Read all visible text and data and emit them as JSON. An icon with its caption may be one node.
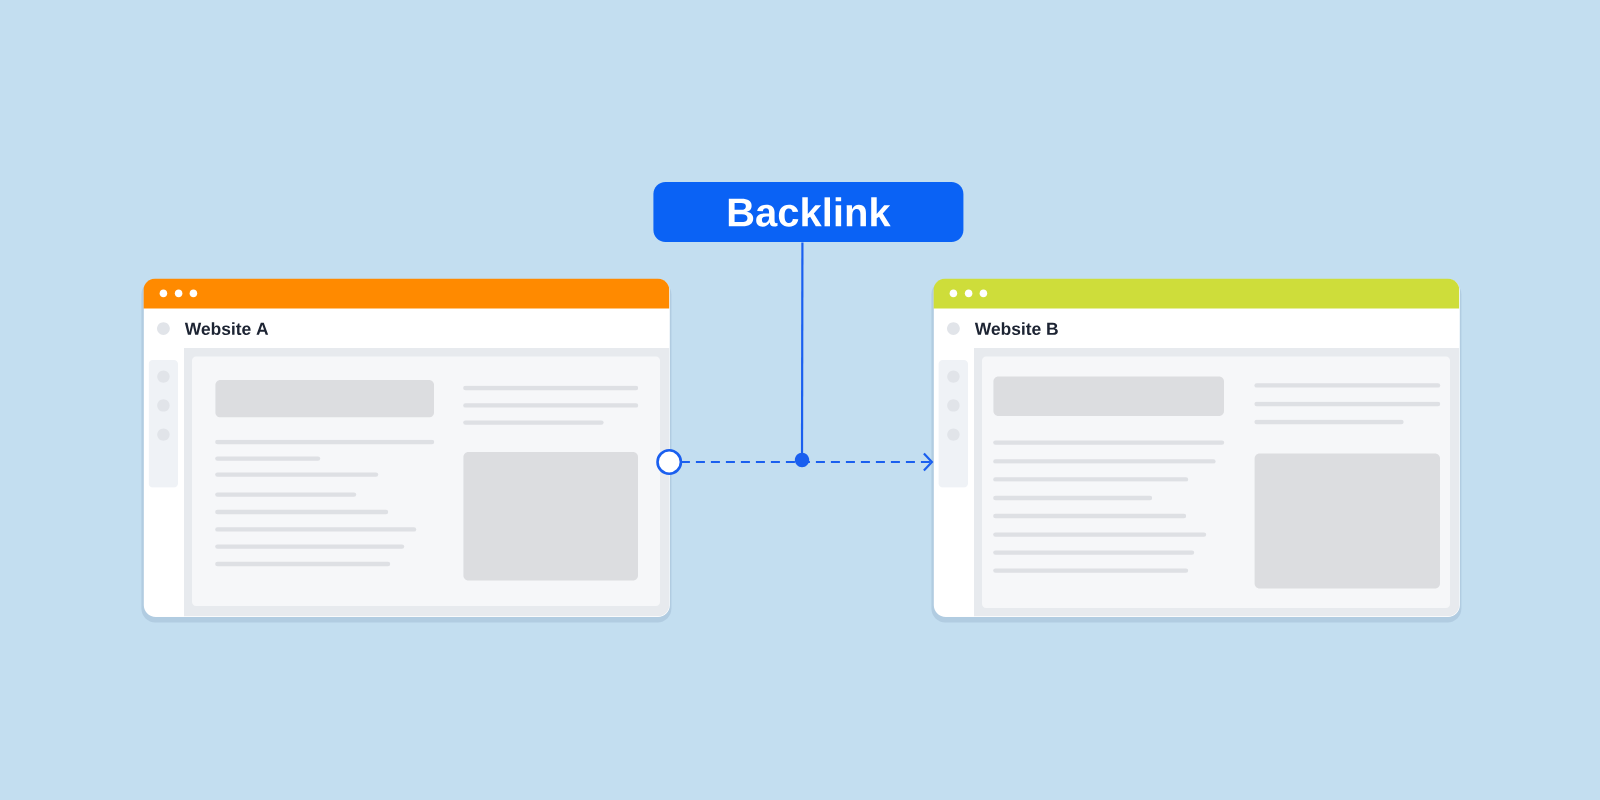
{
  "diagram": {
    "nodes": [
      {
        "text": [
          "Backlink"
        ]
      },
      {
        "text": [
          "Website A"
        ]
      },
      {
        "text": [
          "Website B"
        ]
      }
    ],
    "edges": [
      {
        "from": 1,
        "to": 2,
        "arrow": "to",
        "style": "dashed"
      },
      {
        "from": 0,
        "to": null,
        "arrow": "other"
      }
    ]
  }
}
